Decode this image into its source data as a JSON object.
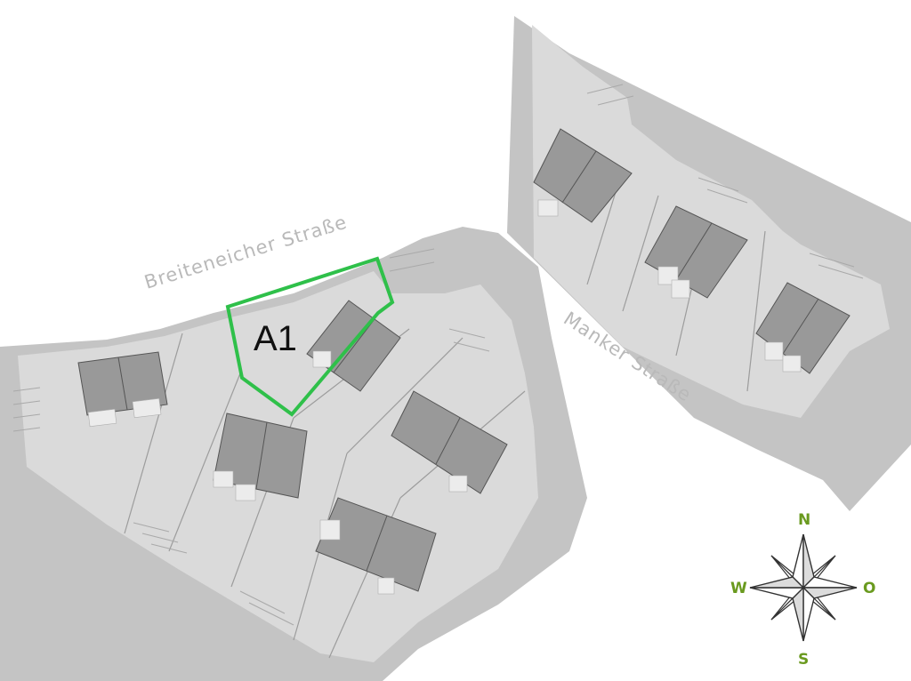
{
  "streets": {
    "breiteneicher": "Breiteneicher Straße",
    "manker": "Manker Straße"
  },
  "plot": {
    "label": "A1",
    "highlight_color": "#2fc04a"
  },
  "compass": {
    "north": "N",
    "south": "S",
    "west": "W",
    "east": "O",
    "color": "#6a9a1f"
  },
  "colors": {
    "background": "#ffffff",
    "terrain": "#c6c6c6",
    "lot": "#dcdcdc",
    "house": "#9a9a9a"
  }
}
